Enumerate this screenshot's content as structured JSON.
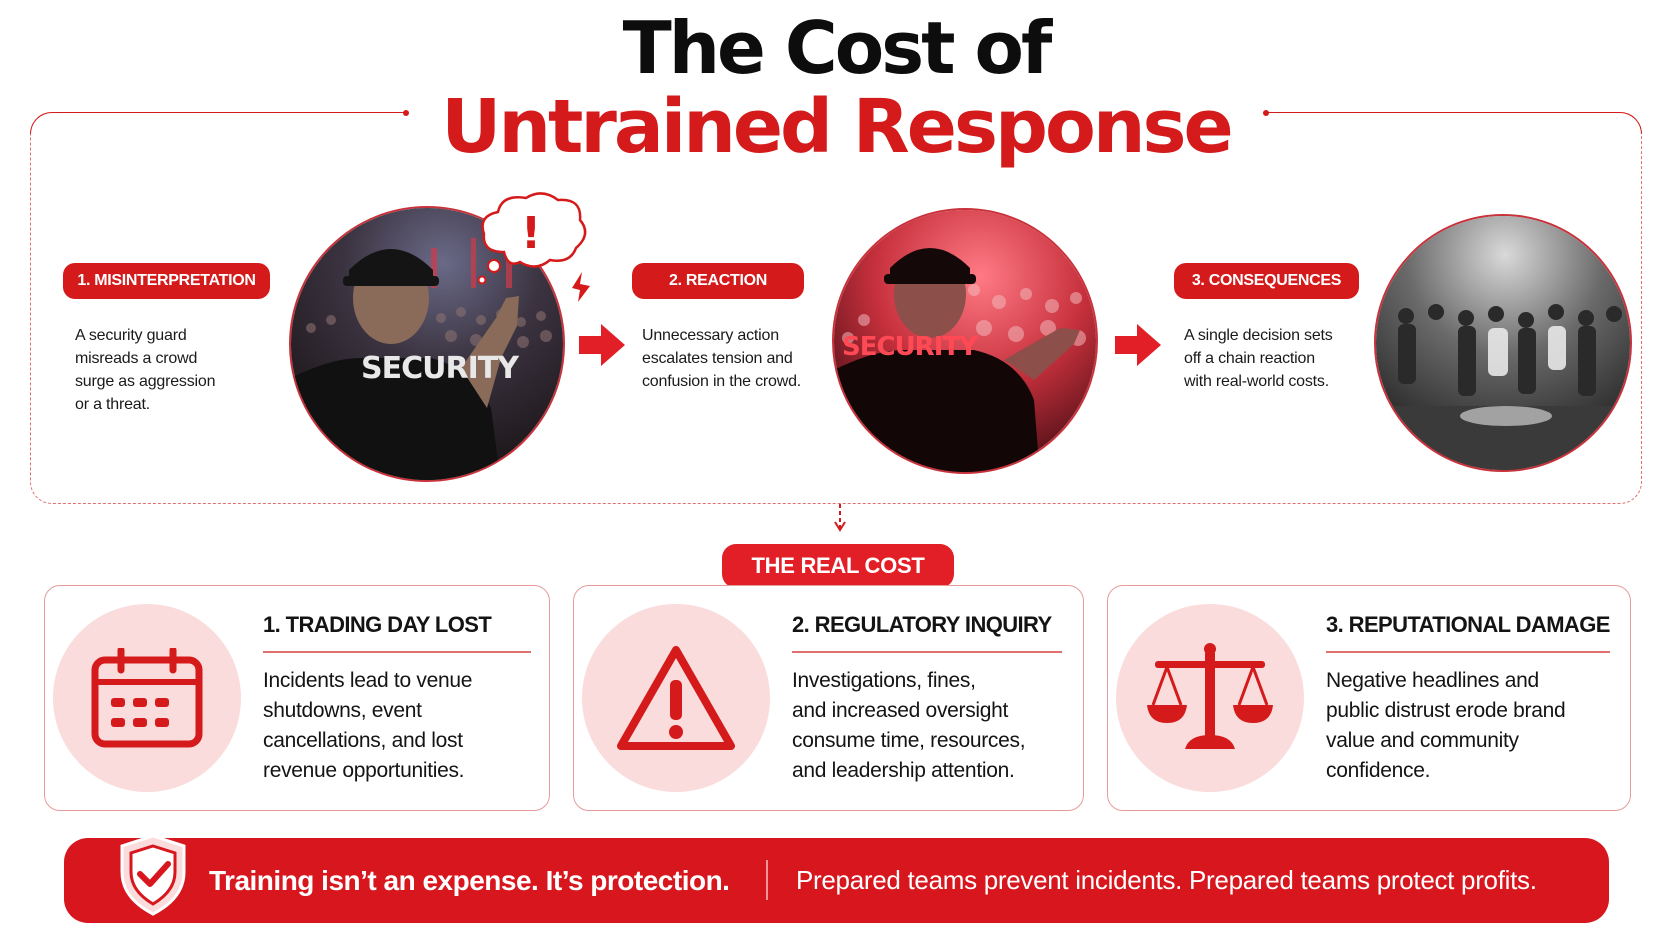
{
  "title": {
    "line1": "The Cost of",
    "line2": "Untrained Response"
  },
  "steps": [
    {
      "label": "1. MISINTERPRETATION",
      "description": [
        "A security guard",
        "misreads a crowd",
        "surge as aggression",
        "or a threat."
      ]
    },
    {
      "label": "2. REACTION",
      "description": [
        "Unnecessary action",
        "escalates tension and",
        "confusion in the crowd."
      ]
    },
    {
      "label": "3. CONSEQUENCES",
      "description": [
        "A single decision sets",
        "off a chain reaction",
        "with real-world costs."
      ]
    }
  ],
  "photos": [
    {
      "badge_text": "SECURITY",
      "bubble_symbol": "!"
    },
    {
      "badge_text": "SECURITY"
    },
    {}
  ],
  "real_cost": {
    "label": "THE REAL COST",
    "cards": [
      {
        "title": "1. TRADING DAY LOST",
        "text": [
          "Incidents lead to venue",
          "shutdowns, event",
          "cancellations, and lost",
          "revenue opportunities."
        ],
        "icon": "calendar-icon"
      },
      {
        "title": "2. REGULATORY INQUIRY",
        "text": [
          "Investigations, fines,",
          "and increased oversight",
          "consume time, resources,",
          "and leadership attention."
        ],
        "icon": "warning-icon"
      },
      {
        "title": "3. REPUTATIONAL DAMAGE",
        "text": [
          "Negative headlines and",
          "public distrust erode brand",
          "value and community",
          "confidence."
        ],
        "icon": "scales-icon"
      }
    ]
  },
  "banner": {
    "main": "Training isn’t an expense. It’s protection.",
    "sub": "Prepared teams prevent incidents. Prepared teams protect profits."
  },
  "colors": {
    "accent_red": "#d41a1a",
    "soft_pink": "#fbdcdc",
    "title_black": "#0d0d0d"
  }
}
